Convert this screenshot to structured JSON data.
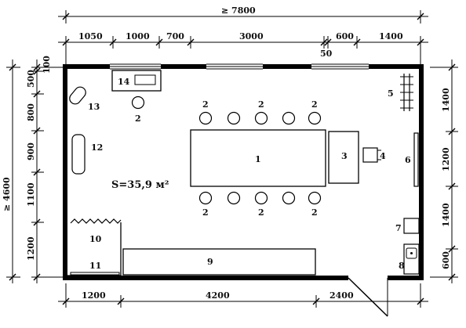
{
  "plan": {
    "top_overall": "≥ 7800",
    "top_segments": [
      "1050",
      "1000",
      "700",
      "3000",
      "600",
      "1400"
    ],
    "top_small": "50",
    "bottom_segments": [
      "1200",
      "4200",
      "2400"
    ],
    "left_overall": "≥ 4600",
    "left_segments": [
      "100",
      "500",
      "800",
      "900",
      "1100",
      "1200"
    ],
    "right_segments": [
      "1400",
      "1200",
      "1400",
      "600"
    ],
    "area": "S=35,9 м²",
    "items": {
      "table": "1",
      "chair": "2",
      "tribune": "3",
      "screen_stand": "4",
      "coat_rack": "5",
      "board": "6",
      "cabinet_7": "7",
      "sink": "8",
      "counter": "9",
      "cabinet_10": "10",
      "cabinet_11": "11",
      "stand_12": "12",
      "stand_13": "13",
      "desk_14": "14"
    }
  }
}
